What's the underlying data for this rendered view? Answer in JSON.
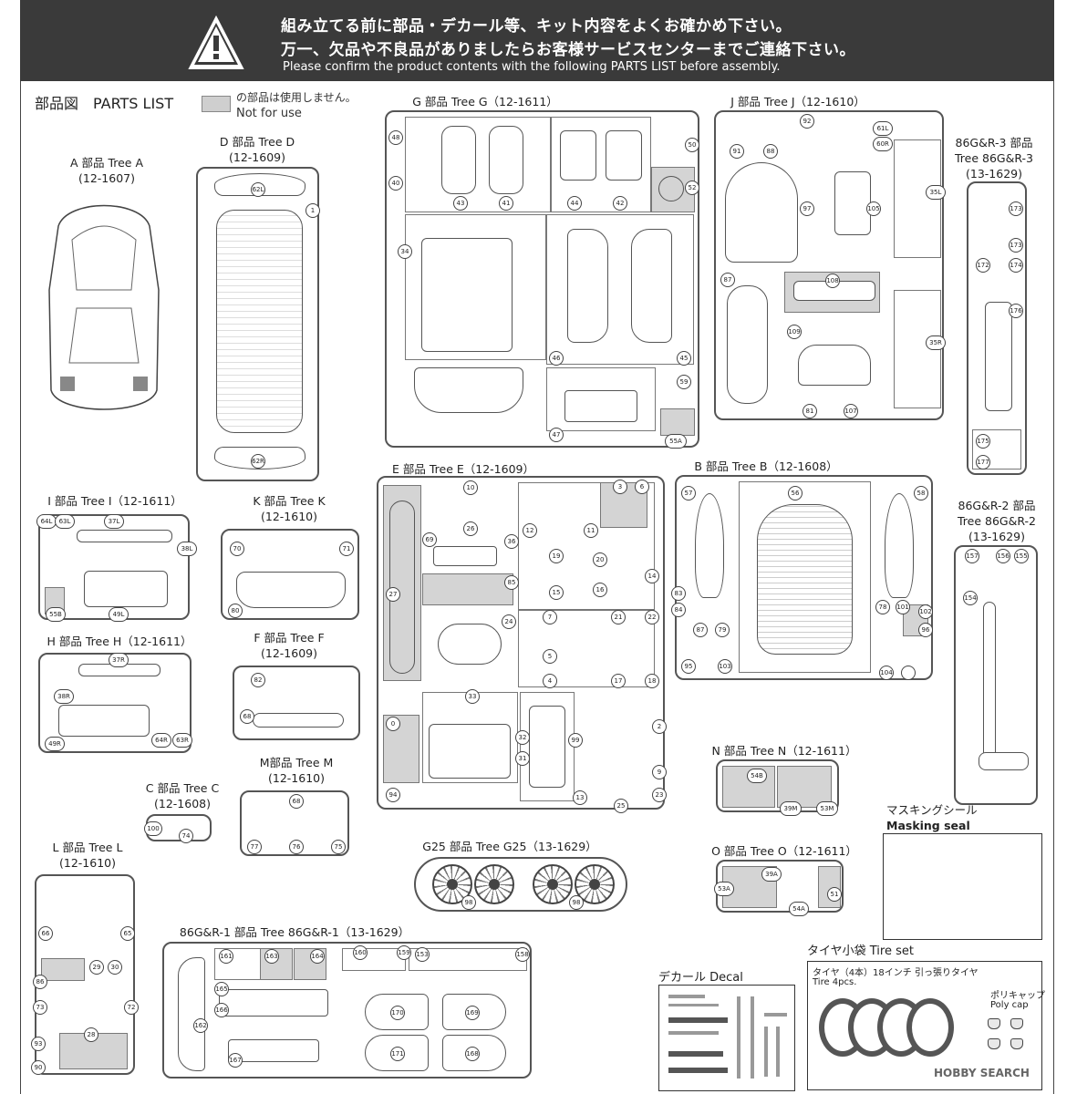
{
  "banner": {
    "line1": "組み立てる前に部品・デカール等、キット内容をよくお確かめ下さい。",
    "line2": "万一、欠品や不良品がありましたらお客様サービスセンターまでご連絡下さい。",
    "line3": "Please confirm the product contents with the following PARTS LIST before assembly."
  },
  "parts_list_title": "部品図　PARTS LIST",
  "legend": {
    "jp": "の部品は使用しません。",
    "en": "Not for use"
  },
  "trees": {
    "A": {
      "name": "A 部品 Tree A",
      "code": "(12-1607)"
    },
    "D": {
      "name": "D 部品 Tree D",
      "code": "(12-1609)"
    },
    "G": {
      "name": "G 部品 Tree G（12-1611）"
    },
    "J": {
      "name": "J 部品 Tree J（12-1610）"
    },
    "R3": {
      "name": "86G&R-3 部品",
      "sub": "Tree 86G&R-3",
      "code": "(13-1629)"
    },
    "E": {
      "name": "E 部品 Tree E（12-1609）"
    },
    "B": {
      "name": "B 部品 Tree B（12-1608）"
    },
    "R2": {
      "name": "86G&R-2 部品",
      "sub": "Tree 86G&R-2",
      "code": "(13-1629)"
    },
    "I": {
      "name": "I 部品 Tree I（12-1611）"
    },
    "K": {
      "name": "K 部品 Tree K",
      "code": "(12-1610)"
    },
    "H": {
      "name": "H 部品 Tree H（12-1611）"
    },
    "F": {
      "name": "F 部品 Tree F",
      "code": "(12-1609)"
    },
    "M": {
      "name": "M部品 Tree M",
      "code": "(12-1610)"
    },
    "C": {
      "name": "C 部品 Tree C",
      "code": "(12-1608)"
    },
    "N": {
      "name": "N 部品 Tree N（12-1611）"
    },
    "L": {
      "name": "L 部品 Tree L",
      "code": "(12-1610)"
    },
    "G25": {
      "name": "G25 部品 Tree G25（13-1629）"
    },
    "O": {
      "name": "O 部品 Tree O（12-1611）"
    },
    "R1": {
      "name": "86G&R-1 部品 Tree 86G&R-1（13-1629）"
    }
  },
  "masking": {
    "jp": "マスキングシール",
    "en": "Masking seal"
  },
  "decal": {
    "label": "デカール Decal"
  },
  "tire_set": {
    "label": "タイヤ小袋 Tire set",
    "desc": "タイヤ（4本）18インチ 引っ張りタイヤ",
    "desc_en": "Tire 4pcs.",
    "polycap_jp": "ポリキャップ",
    "polycap_en": "Poly cap"
  },
  "part_numbers": {
    "D": [
      "62L",
      "1",
      "62R"
    ],
    "G": [
      "48",
      "40",
      "43",
      "41",
      "44",
      "42",
      "50",
      "52",
      "34",
      "46",
      "45",
      "59",
      "47",
      "55A"
    ],
    "J": [
      "92",
      "61L",
      "91",
      "88",
      "60R",
      "97",
      "105",
      "35L",
      "87",
      "108",
      "109",
      "35R",
      "81",
      "107"
    ],
    "R3": [
      "173",
      "173",
      "172",
      "174",
      "176",
      "175",
      "177"
    ],
    "E": [
      "10",
      "26",
      "69",
      "36",
      "85",
      "27",
      "24",
      "0",
      "33",
      "32",
      "31",
      "94",
      "12",
      "11",
      "19",
      "20",
      "15",
      "16",
      "14",
      "7",
      "21",
      "22",
      "5",
      "17",
      "18",
      "4",
      "99",
      "2",
      "9",
      "23",
      "13",
      "25",
      "3",
      "6"
    ],
    "B": [
      "57",
      "56",
      "58",
      "83",
      "84",
      "87",
      "79",
      "78",
      "101",
      "102",
      "96",
      "95",
      "103",
      "104"
    ],
    "R2": [
      "157",
      "156",
      "155",
      "154"
    ],
    "I": [
      "64L",
      "63L",
      "37L",
      "38L",
      "55B",
      "49L"
    ],
    "K": [
      "70",
      "71",
      "80"
    ],
    "H": [
      "37R",
      "38R",
      "64R",
      "63R",
      "49R"
    ],
    "F": [
      "82",
      "68"
    ],
    "M": [
      "68",
      "77",
      "76",
      "75"
    ],
    "C": [
      "100",
      "74"
    ],
    "N": [
      "54B",
      "39M",
      "53M"
    ],
    "L": [
      "66",
      "65",
      "29",
      "30",
      "86",
      "73",
      "72",
      "28",
      "93",
      "90"
    ],
    "G25": [
      "98",
      "98"
    ],
    "O": [
      "39A",
      "53A",
      "51",
      "54A"
    ],
    "R1": [
      "161",
      "163",
      "164",
      "160",
      "159",
      "153",
      "158",
      "165",
      "166",
      "162",
      "170",
      "169",
      "167",
      "171",
      "168"
    ]
  },
  "watermark": "HOBBY SEARCH",
  "colors": {
    "banner": "#3a3a3a",
    "not_for_use": "#d4d4d4",
    "line": "#555555"
  }
}
